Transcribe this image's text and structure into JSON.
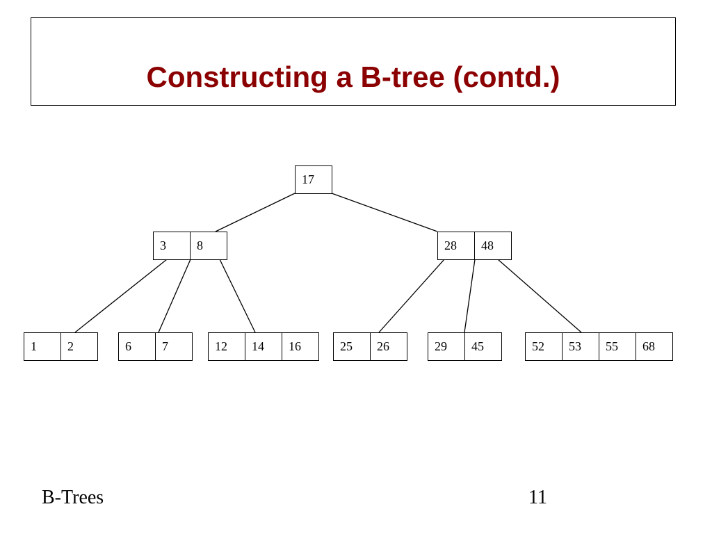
{
  "slide": {
    "title": "Constructing a B-tree (contd.)",
    "footer_left": "B-Trees",
    "page_number": "11",
    "title_color": "#8b0000"
  },
  "tree": {
    "root": [
      "17"
    ],
    "internal": [
      [
        "3",
        "8"
      ],
      [
        "28",
        "48"
      ]
    ],
    "leaves": [
      [
        "1",
        "2"
      ],
      [
        "6",
        "7"
      ],
      [
        "12",
        "14",
        "16"
      ],
      [
        "25",
        "26"
      ],
      [
        "29",
        "45"
      ],
      [
        "52",
        "53",
        "55",
        "68"
      ]
    ]
  }
}
